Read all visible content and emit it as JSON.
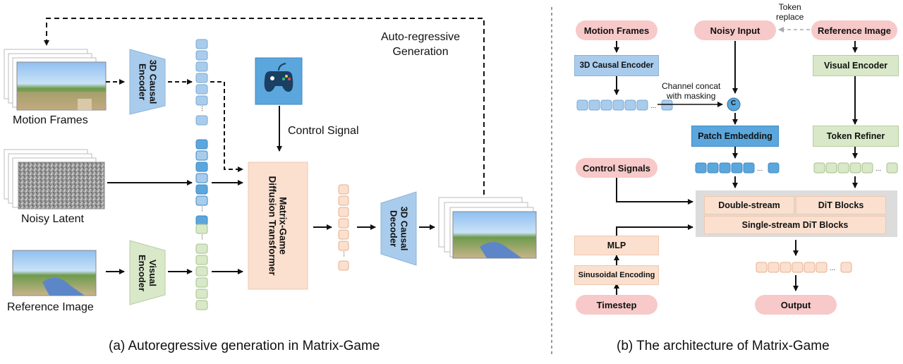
{
  "left": {
    "caption": "(a) Autoregressive generation in Matrix-Game",
    "motion_frames": "Motion Frames",
    "noisy_latent": "Noisy Latent",
    "reference_image": "Reference Image",
    "causal_encoder": "3D Causal\nEncoder",
    "visual_encoder": "Visual\nEncoder",
    "dit": "Matrix-Game\nDiffusion Transformer",
    "causal_decoder": "3D Causal\nDecoder",
    "control_signal": "Control Signal",
    "autoregressive": "Auto-regressive\nGeneration",
    "ellipsis": "..."
  },
  "right": {
    "caption": "(b) The architecture of Matrix-Game",
    "motion_frames": "Motion Frames",
    "noisy_input": "Noisy Input",
    "reference_image": "Reference Image",
    "token_replace": "Token\nreplace",
    "causal_encoder": "3D Causal Encoder",
    "visual_encoder": "Visual Encoder",
    "channel_concat": "Channel concat\nwith masking",
    "concat_symbol": "C",
    "patch_embedding": "Patch Embedding",
    "token_refiner": "Token Refiner",
    "control_signals": "Control Signals",
    "double_stream": "Double-stream",
    "dit_blocks": "DiT Blocks",
    "single_stream": "Single-stream DiT Blocks",
    "mlp": "MLP",
    "sinusoidal": "Sinusoidal Encoding",
    "timestep": "Timestep",
    "output": "Output",
    "ellipsis": "..."
  },
  "colors": {
    "pill": "#f7c9c9",
    "blue_light": "#a9ccec",
    "blue_dark": "#5ba7dd",
    "green": "#d8e8c8",
    "peach": "#fbe0cf",
    "panel": "#dcdcdc"
  },
  "icons": [
    "gamepad-icon",
    "concat-icon"
  ]
}
